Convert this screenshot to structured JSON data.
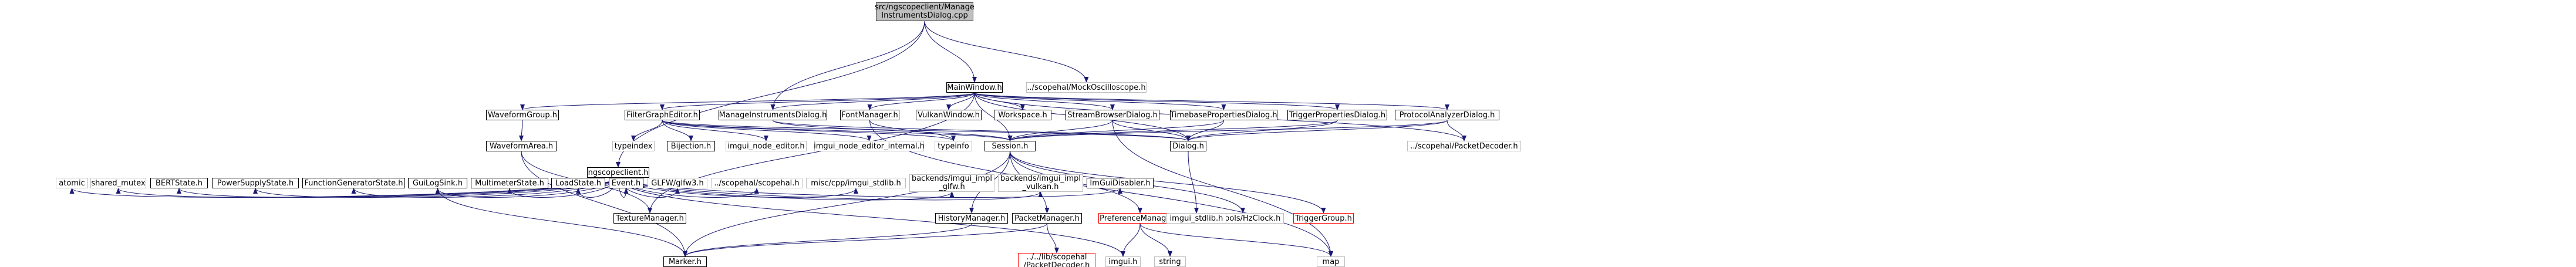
{
  "diagram": {
    "type": "include-dependency-graph",
    "nodes": [
      {
        "id": "root",
        "label": "src/ngscopeclient/Manage\nInstrumentsDialog.cpp",
        "style": "root"
      },
      {
        "id": "mainwindow",
        "label": "MainWindow.h",
        "style": "box"
      },
      {
        "id": "mockosc",
        "label": "../scopehal/MockOscilloscope.h",
        "style": "plain"
      },
      {
        "id": "ngscopeclient",
        "label": "ngscopeclient.h",
        "style": "box"
      },
      {
        "id": "waveformgroup",
        "label": "WaveformGroup.h",
        "style": "box"
      },
      {
        "id": "filtergrapheditor",
        "label": "FilterGraphEditor.h",
        "style": "box"
      },
      {
        "id": "manageinstruments",
        "label": "ManageInstrumentsDialog.h",
        "style": "box"
      },
      {
        "id": "fontmanager",
        "label": "FontManager.h",
        "style": "box"
      },
      {
        "id": "vulkanwindow",
        "label": "VulkanWindow.h",
        "style": "box"
      },
      {
        "id": "workspace",
        "label": "Workspace.h",
        "style": "box"
      },
      {
        "id": "streambrowser",
        "label": "StreamBrowserDialog.h",
        "style": "box"
      },
      {
        "id": "timebaseprops",
        "label": "TimebasePropertiesDialog.h",
        "style": "box"
      },
      {
        "id": "triggerprops",
        "label": "TriggerPropertiesDialog.h",
        "style": "box"
      },
      {
        "id": "protocolanalyzer",
        "label": "ProtocolAnalyzerDialog.h",
        "style": "box"
      },
      {
        "id": "waveformarea",
        "label": "WaveformArea.h",
        "style": "box"
      },
      {
        "id": "typeindex",
        "label": "typeindex",
        "style": "plain"
      },
      {
        "id": "bijection",
        "label": "Bijection.h",
        "style": "box"
      },
      {
        "id": "imguinodeeditor",
        "label": "imgui_node_editor.h",
        "style": "plain"
      },
      {
        "id": "imguinodeeditorinternal",
        "label": "imgui_node_editor_internal.h",
        "style": "plain"
      },
      {
        "id": "typeinfo",
        "label": "typeinfo",
        "style": "plain"
      },
      {
        "id": "session",
        "label": "Session.h",
        "style": "box"
      },
      {
        "id": "dialog",
        "label": "Dialog.h",
        "style": "box"
      },
      {
        "id": "packetdecoder",
        "label": "../scopehal/PacketDecoder.h",
        "style": "plain"
      },
      {
        "id": "atomic",
        "label": "atomic",
        "style": "plain"
      },
      {
        "id": "sharedmutex",
        "label": "shared_mutex",
        "style": "plain"
      },
      {
        "id": "bertstate",
        "label": "BERTState.h",
        "style": "box"
      },
      {
        "id": "powersupplystate",
        "label": "PowerSupplyState.h",
        "style": "box"
      },
      {
        "id": "functiongenstate",
        "label": "FunctionGeneratorState.h",
        "style": "box"
      },
      {
        "id": "guilogsink",
        "label": "GuiLogSink.h",
        "style": "box"
      },
      {
        "id": "multimeterstate",
        "label": "MultimeterState.h",
        "style": "box"
      },
      {
        "id": "loadstate",
        "label": "LoadState.h",
        "style": "box"
      },
      {
        "id": "event",
        "label": "Event.h",
        "style": "box"
      },
      {
        "id": "glfw3",
        "label": "GLFW/glfw3.h",
        "style": "plain"
      },
      {
        "id": "scopehal",
        "label": "../scopehal/scopehal.h",
        "style": "plain"
      },
      {
        "id": "imguistdlib",
        "label": "misc/cpp/imgui_stdlib.h",
        "style": "plain"
      },
      {
        "id": "imguiglfw",
        "label": "backends/imgui_impl\n_glfw.h",
        "style": "plain"
      },
      {
        "id": "imguivulkan",
        "label": "backends/imgui_impl\n_vulkan.h",
        "style": "plain"
      },
      {
        "id": "imguidisabler",
        "label": "ImGuiDisabler.h",
        "style": "box"
      },
      {
        "id": "texturemanager",
        "label": "TextureManager.h",
        "style": "box"
      },
      {
        "id": "historymanager",
        "label": "HistoryManager.h",
        "style": "box"
      },
      {
        "id": "packetmanager",
        "label": "PacketManager.h",
        "style": "box"
      },
      {
        "id": "preferencemanager",
        "label": "PreferenceManager.h",
        "style": "red"
      },
      {
        "id": "hzclock",
        "label": "../xptools/HzClock.h",
        "style": "plain"
      },
      {
        "id": "triggergroup",
        "label": "TriggerGroup.h",
        "style": "red"
      },
      {
        "id": "imguistdlib2",
        "label": "imgui_stdlib.h",
        "style": "plain"
      },
      {
        "id": "marker",
        "label": "Marker.h",
        "style": "box"
      },
      {
        "id": "libpacketdecoder",
        "label": "../../lib/scopehal\n/PacketDecoder.h",
        "style": "red"
      },
      {
        "id": "imgui",
        "label": "imgui.h",
        "style": "plain"
      },
      {
        "id": "string",
        "label": "string",
        "style": "plain"
      },
      {
        "id": "map",
        "label": "map",
        "style": "plain"
      }
    ],
    "edges": [
      [
        "root",
        "mainwindow"
      ],
      [
        "root",
        "mockosc"
      ],
      [
        "root",
        "ngscopeclient"
      ],
      [
        "root",
        "manageinstruments"
      ],
      [
        "mainwindow",
        "waveformgroup"
      ],
      [
        "mainwindow",
        "filtergrapheditor"
      ],
      [
        "mainwindow",
        "manageinstruments"
      ],
      [
        "mainwindow",
        "fontmanager"
      ],
      [
        "mainwindow",
        "vulkanwindow"
      ],
      [
        "mainwindow",
        "workspace"
      ],
      [
        "mainwindow",
        "streambrowser"
      ],
      [
        "mainwindow",
        "timebaseprops"
      ],
      [
        "mainwindow",
        "triggerprops"
      ],
      [
        "mainwindow",
        "protocolanalyzer"
      ],
      [
        "mainwindow",
        "texturemanager"
      ],
      [
        "mainwindow",
        "session"
      ],
      [
        "mainwindow",
        "dialog"
      ],
      [
        "mainwindow",
        "packetdecoder"
      ],
      [
        "waveformgroup",
        "waveformarea"
      ],
      [
        "waveformarea",
        "texturemanager"
      ],
      [
        "waveformarea",
        "marker"
      ],
      [
        "filtergrapheditor",
        "typeindex"
      ],
      [
        "filtergrapheditor",
        "bijection"
      ],
      [
        "filtergrapheditor",
        "imguinodeeditor"
      ],
      [
        "filtergrapheditor",
        "imguinodeeditorinternal"
      ],
      [
        "filtergrapheditor",
        "typeinfo"
      ],
      [
        "filtergrapheditor",
        "session"
      ],
      [
        "filtergrapheditor",
        "dialog"
      ],
      [
        "manageinstruments",
        "session"
      ],
      [
        "manageinstruments",
        "dialog"
      ],
      [
        "fontmanager",
        "typeinfo"
      ],
      [
        "fontmanager",
        "map"
      ],
      [
        "streambrowser",
        "session"
      ],
      [
        "streambrowser",
        "dialog"
      ],
      [
        "streambrowser",
        "map"
      ],
      [
        "timebaseprops",
        "session"
      ],
      [
        "timebaseprops",
        "dialog"
      ],
      [
        "triggerprops",
        "session"
      ],
      [
        "triggerprops",
        "dialog"
      ],
      [
        "protocolanalyzer",
        "session"
      ],
      [
        "protocolanalyzer",
        "dialog"
      ],
      [
        "protocolanalyzer",
        "packetdecoder"
      ],
      [
        "ngscopeclient",
        "atomic"
      ],
      [
        "ngscopeclient",
        "sharedmutex"
      ],
      [
        "ngscopeclient",
        "bertstate"
      ],
      [
        "ngscopeclient",
        "powersupplystate"
      ],
      [
        "ngscopeclient",
        "functiongenstate"
      ],
      [
        "ngscopeclient",
        "guilogsink"
      ],
      [
        "ngscopeclient",
        "multimeterstate"
      ],
      [
        "ngscopeclient",
        "loadstate"
      ],
      [
        "ngscopeclient",
        "event"
      ],
      [
        "ngscopeclient",
        "glfw3"
      ],
      [
        "ngscopeclient",
        "scopehal"
      ],
      [
        "ngscopeclient",
        "imguistdlib"
      ],
      [
        "ngscopeclient",
        "imguiglfw"
      ],
      [
        "ngscopeclient",
        "imguivulkan"
      ],
      [
        "ngscopeclient",
        "imguidisabler"
      ],
      [
        "ngscopeclient",
        "imgui"
      ],
      [
        "guilogsink",
        "marker"
      ],
      [
        "session",
        "historymanager"
      ],
      [
        "session",
        "packetmanager"
      ],
      [
        "session",
        "preferencemanager"
      ],
      [
        "session",
        "hzclock"
      ],
      [
        "session",
        "triggergroup"
      ],
      [
        "session",
        "marker"
      ],
      [
        "historymanager",
        "marker"
      ],
      [
        "packetmanager",
        "marker"
      ],
      [
        "packetmanager",
        "libpacketdecoder"
      ],
      [
        "preferencemanager",
        "imgui"
      ],
      [
        "preferencemanager",
        "string"
      ],
      [
        "preferencemanager",
        "map"
      ],
      [
        "dialog",
        "imguistdlib2"
      ]
    ]
  },
  "colors": {
    "edge": "#191970",
    "root_fill": "#bfbfbf",
    "box_border": "#000000",
    "plain_border": "#bfbfbf",
    "red_border": "#ff0000"
  }
}
